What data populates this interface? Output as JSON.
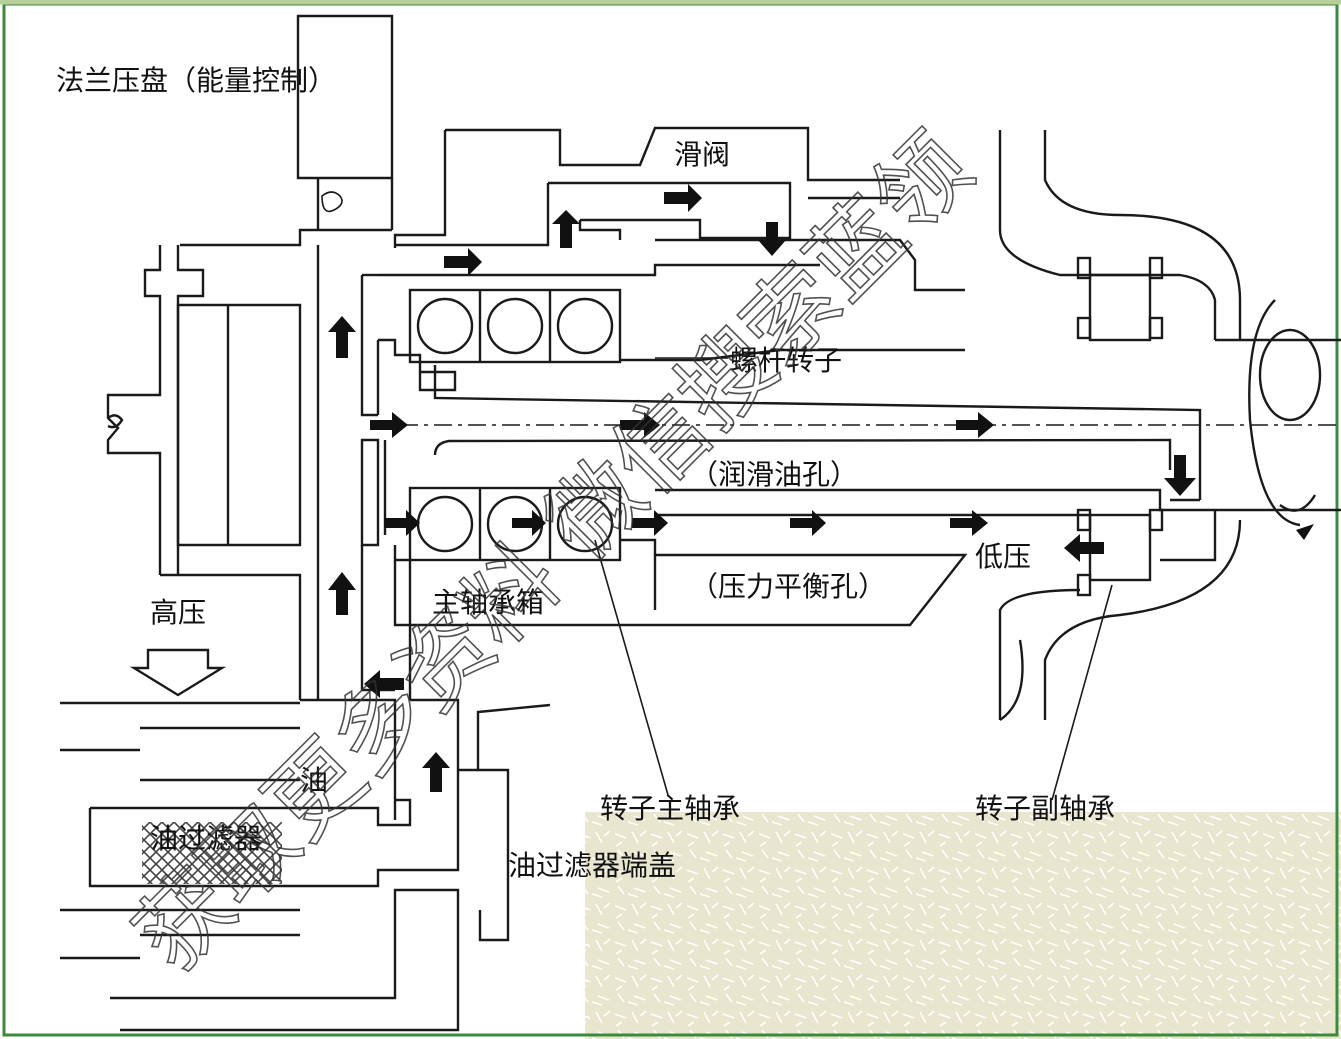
{
  "labels": {
    "flange": "法兰压盘（能量控制）",
    "slide_valve": "滑阀",
    "screw_rotor": "螺杆转子",
    "lube_hole": "（润滑油孔）",
    "low_pressure": "低压",
    "bearing_box": "主轴承箱",
    "balance_hole": "（压力平衡孔）",
    "high_pressure": "高压",
    "oil": "油",
    "oil_filter": "油过滤器",
    "rotor_main_bearing": "转子主轴承",
    "rotor_aux_bearing": "转子副轴承",
    "filter_cover": "油过滤器端盖"
  },
  "watermark": "获取更多资料 微信搜索蓝领",
  "colors": {
    "frame": "#3c8a3c",
    "texture": "#e9e6cf",
    "line": "#1a1a1a",
    "filter_hatch": "#444444"
  }
}
